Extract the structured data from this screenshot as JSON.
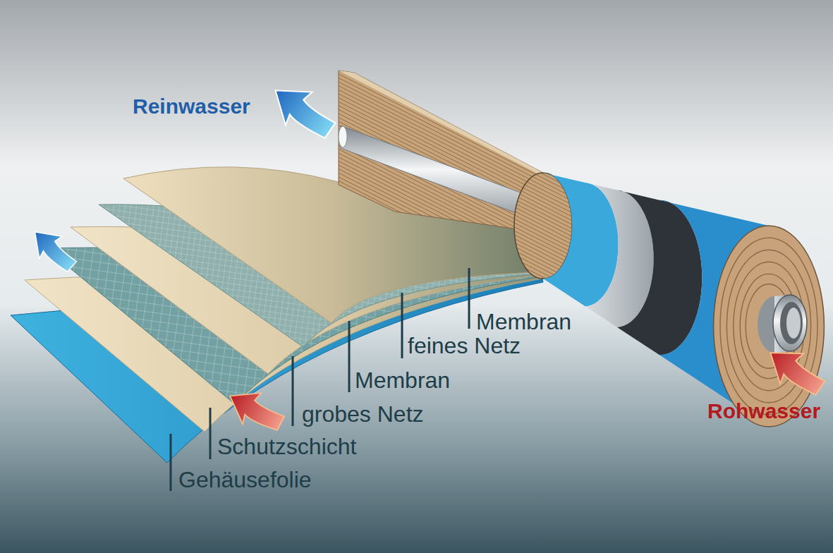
{
  "diagram": {
    "labels": [
      "Reinwasser",
      "Membran",
      "feines Netz",
      "Membran",
      "grobes Netz",
      "Schutzschicht",
      "Gehäusefolie",
      "Rohwasser"
    ]
  }
}
